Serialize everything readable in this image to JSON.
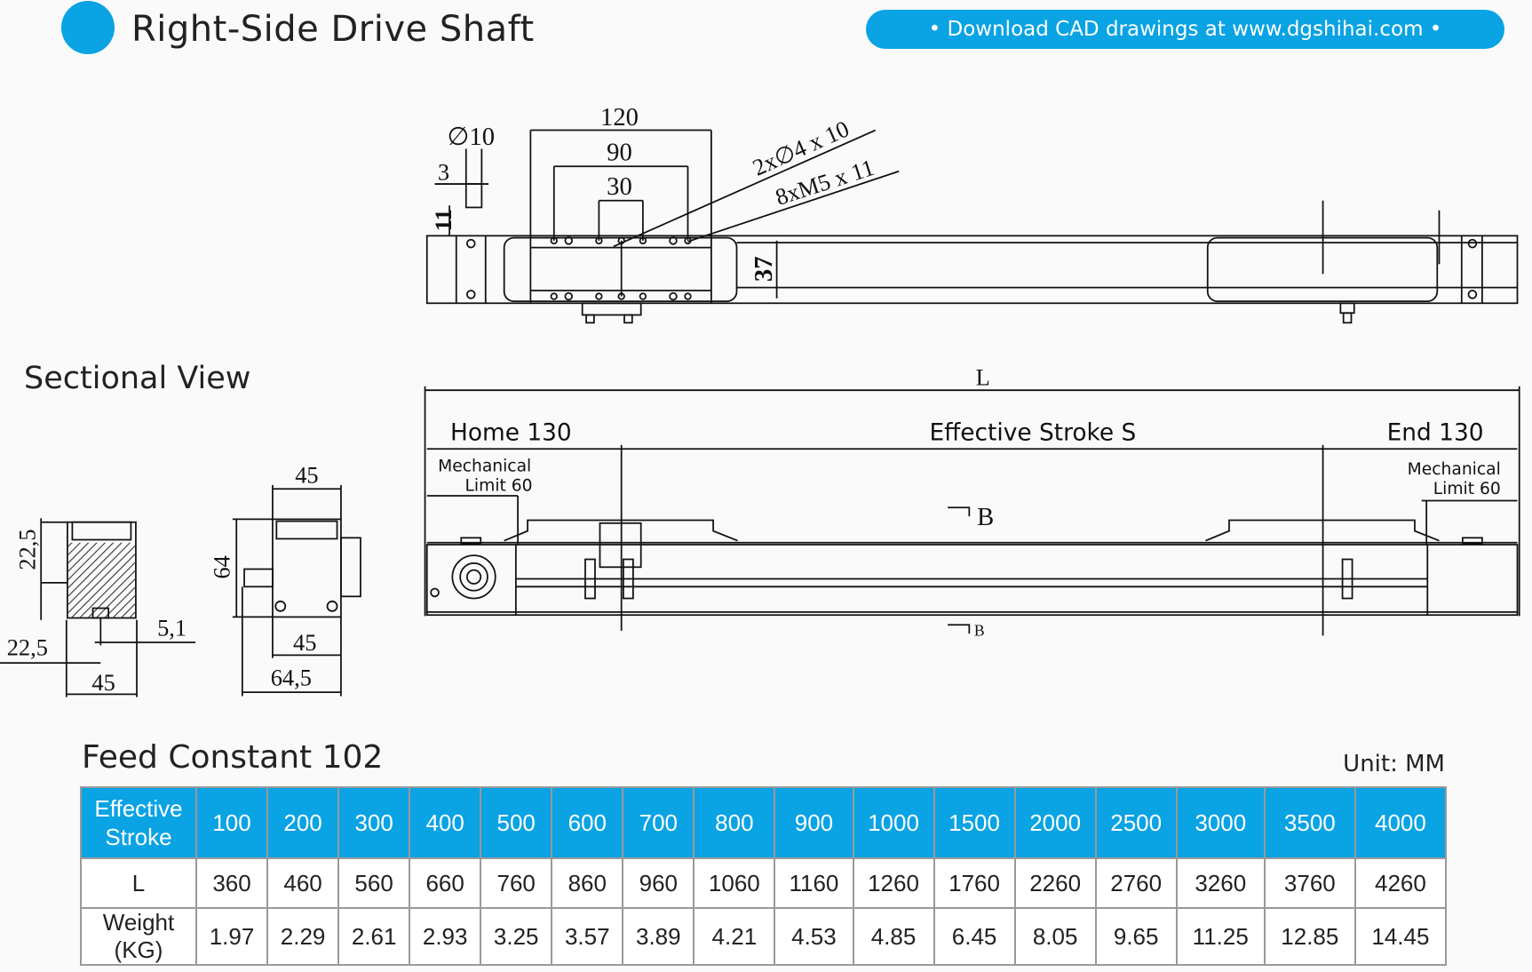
{
  "header": {
    "title": "Right-Side Drive Shaft",
    "download": "• Download CAD drawings at www.dgshihai.com •"
  },
  "sectional_view": {
    "title": "Sectional View",
    "dims": {
      "h1": "22,5",
      "w1": "22,5",
      "slot": "5,1",
      "w45": "45",
      "top45": "45",
      "h64": "64",
      "mid45": "45",
      "w645": "64,5"
    }
  },
  "top_view": {
    "d10": "∅10",
    "d3": "3",
    "d11": "11",
    "d120": "120",
    "d90": "90",
    "d30": "30",
    "holes1": "2x∅4 x 10",
    "holes2": "8xM5 x 11",
    "d37": "37"
  },
  "side_view": {
    "L": "L",
    "home": "Home 130",
    "stroke": "Effective Stroke S",
    "end": "End 130",
    "mech_left_1": "Mechanical",
    "mech_left_2": "Limit 60",
    "mech_right_1": "Mechanical",
    "mech_right_2": "Limit 60",
    "section_b": "B",
    "section_b2": "B"
  },
  "table": {
    "title": "Feed Constant 102",
    "unit": "Unit: MM",
    "header_label": [
      "Effective",
      "Stroke"
    ],
    "strokes": [
      "100",
      "200",
      "300",
      "400",
      "500",
      "600",
      "700",
      "800",
      "900",
      "1000",
      "1500",
      "2000",
      "2500",
      "3000",
      "3500",
      "4000"
    ],
    "rows": [
      {
        "label": "L",
        "values": [
          "360",
          "460",
          "560",
          "660",
          "760",
          "860",
          "960",
          "1060",
          "1160",
          "1260",
          "1760",
          "2260",
          "2760",
          "3260",
          "3760",
          "4260"
        ]
      },
      {
        "label": "Weight (KG)",
        "values": [
          "1.97",
          "2.29",
          "2.61",
          "2.93",
          "3.25",
          "3.57",
          "3.89",
          "4.21",
          "4.53",
          "4.85",
          "6.45",
          "8.05",
          "9.65",
          "11.25",
          "12.85",
          "14.45"
        ]
      }
    ]
  }
}
